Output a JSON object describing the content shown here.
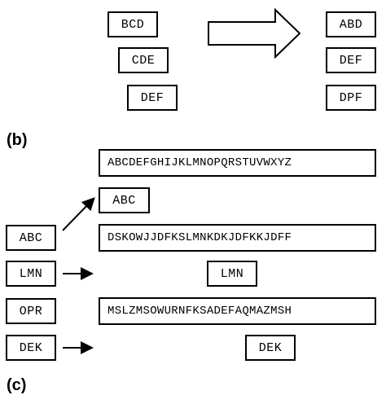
{
  "panel_a": {
    "left_boxes": [
      "BCD",
      "CDE",
      "DEF"
    ],
    "right_boxes": [
      "ABD",
      "DEF",
      "DPF"
    ]
  },
  "panel_b": {
    "label": "(b)",
    "reference_sequence": "ABCDEFGHIJKLMNOPQRSTUVWXYZ",
    "query_boxes": [
      "ABC",
      "LMN",
      "OPR",
      "DEK"
    ],
    "sequences": [
      "DSKOWJJDFKSLMNKDKJDFKKJDFF",
      "MSLZMSOWURNFKSADEFAQMAZMSH"
    ],
    "matches": [
      "ABC",
      "LMN",
      "DEK"
    ]
  },
  "panel_c": {
    "label": "(c)"
  }
}
